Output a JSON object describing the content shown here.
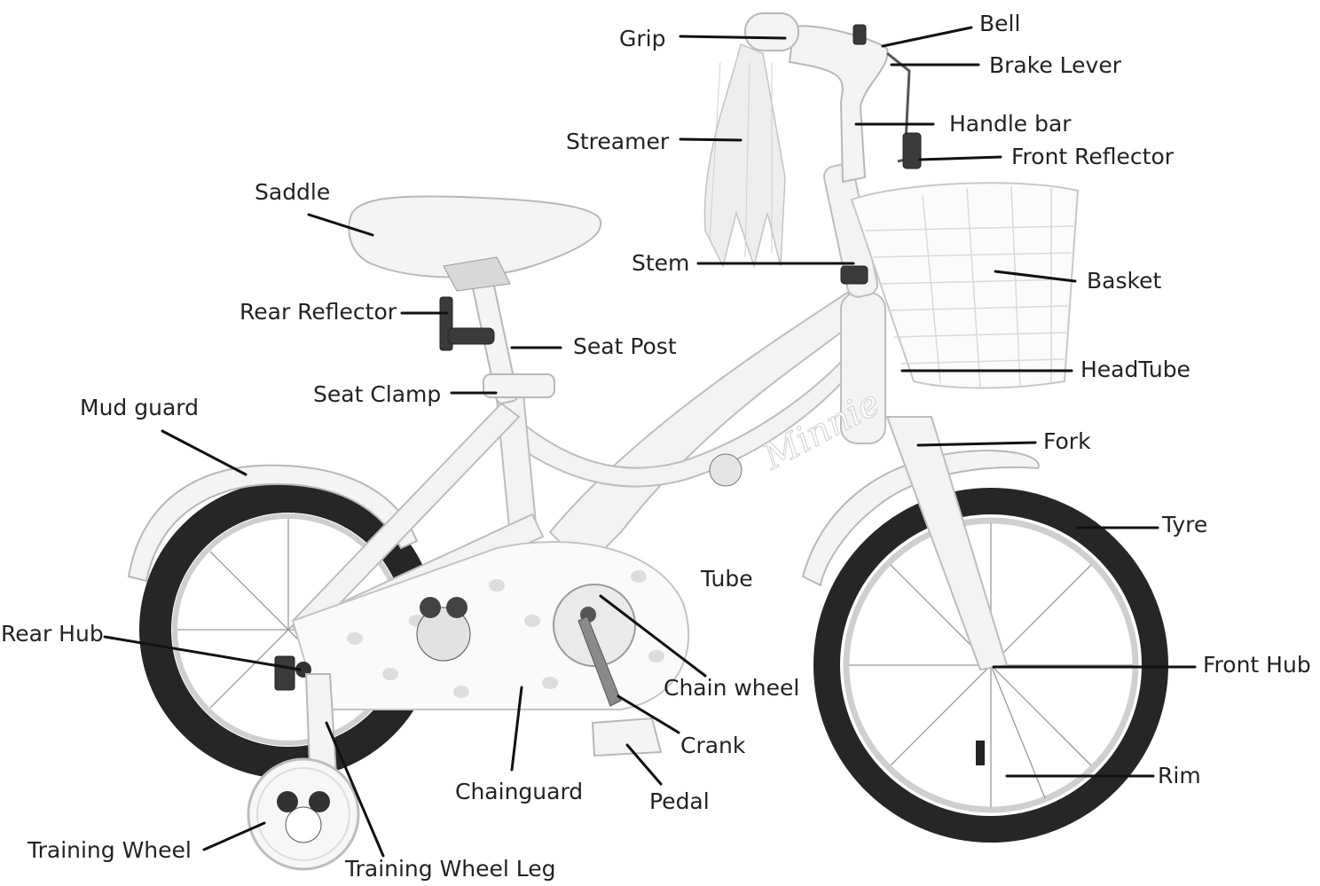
{
  "labels": {
    "grip": "Grip",
    "bell": "Bell",
    "brake_lever": "Brake Lever",
    "streamer": "Streamer",
    "handle_bar": "Handle bar",
    "front_reflector": "Front Reflector",
    "saddle": "Saddle",
    "stem": "Stem",
    "basket": "Basket",
    "rear_reflector": "Rear Reflector",
    "seat_post": "Seat Post",
    "head_tube": "HeadTube",
    "seat_clamp": "Seat Clamp",
    "mud_guard": "Mud guard",
    "fork": "Fork",
    "tyre": "Tyre",
    "tube": "Tube",
    "front_hub": "Front Hub",
    "rear_hub": "Rear Hub",
    "chain_wheel": "Chain wheel",
    "crank": "Crank",
    "chainguard": "Chainguard",
    "pedal": "Pedal",
    "rim": "Rim",
    "training_wheel": "Training Wheel",
    "training_wheel_leg": "Training Wheel Leg"
  },
  "frame_decal": "Minnie"
}
